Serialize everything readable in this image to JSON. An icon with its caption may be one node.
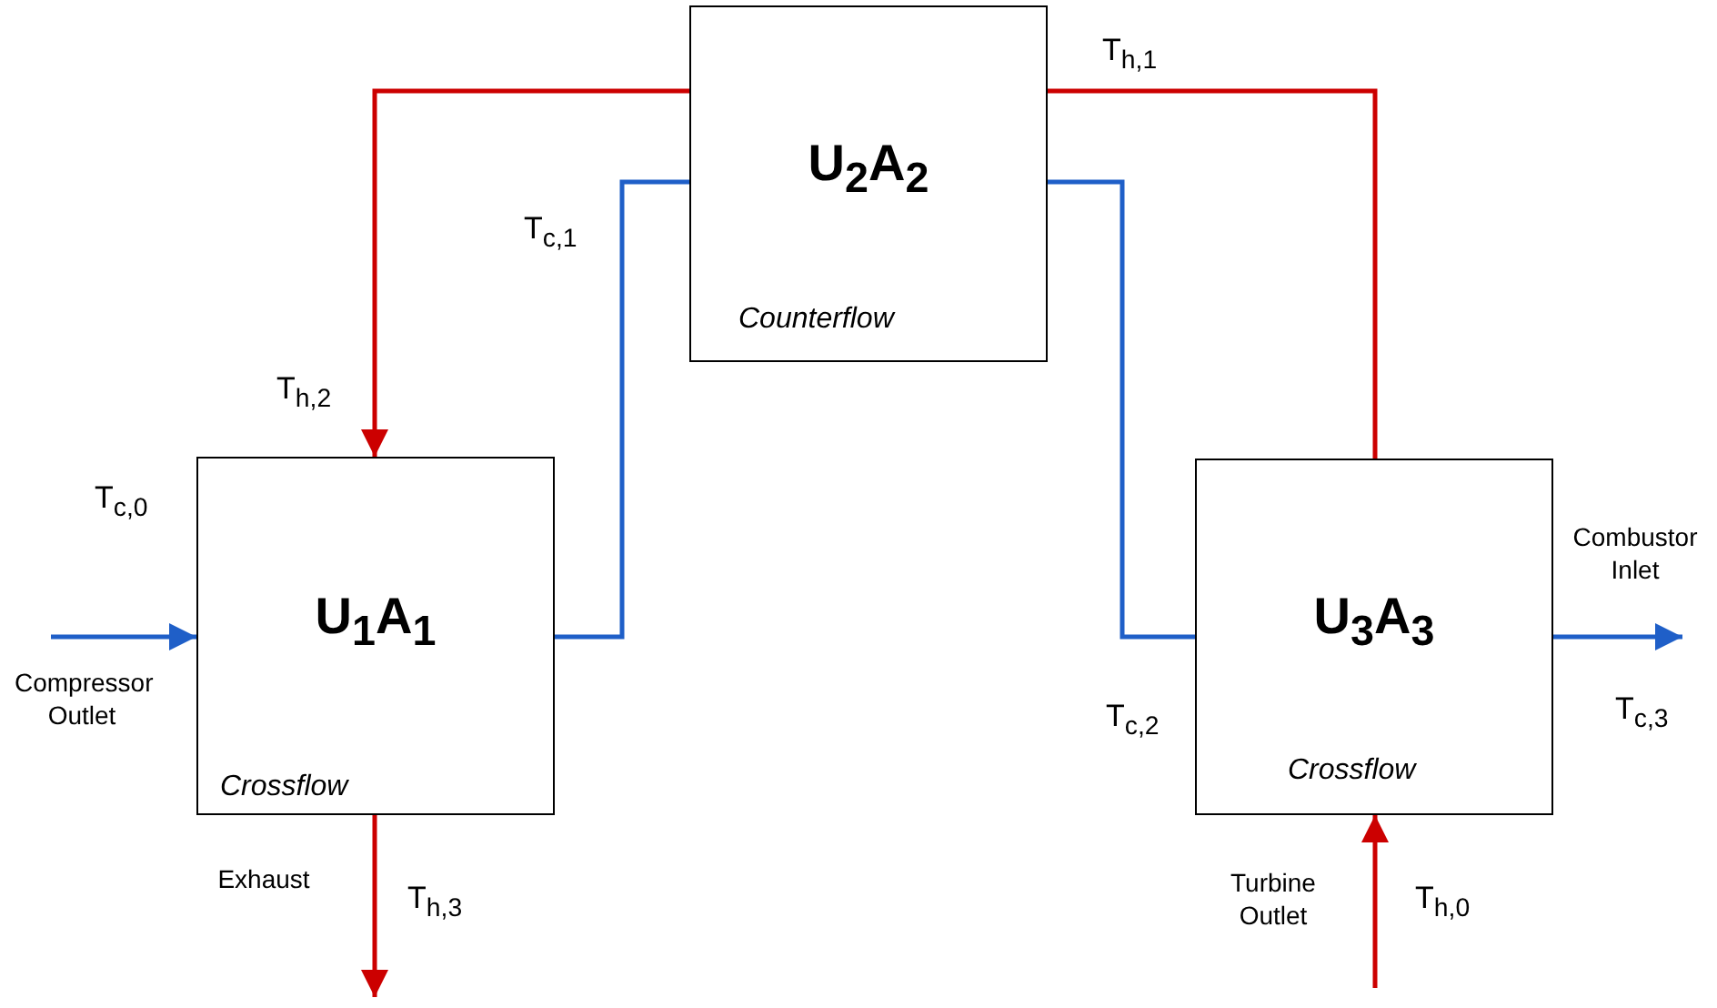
{
  "diagram": {
    "nodes": [
      {
        "text": [
          "U$_{1}$A$_{1}$",
          "Crossflow"
        ]
      },
      {
        "text": [
          "U$_{2}$A$_{2}$",
          "Counterflow"
        ]
      },
      {
        "text": [
          "U$_{3}$A$_{3}$",
          "Crossflow"
        ]
      }
    ],
    "edges": [
      {
        "from": 1,
        "to": 0,
        "arrow": "to",
        "color": "#cc0000"
      },
      {
        "from": 2,
        "to": 1,
        "arrow": "none",
        "color": "#cc0000"
      },
      {
        "from": 0,
        "to": 1,
        "arrow": "none",
        "color": "#1f5fc8"
      },
      {
        "from": 1,
        "to": 2,
        "arrow": "none",
        "color": "#1f5fc8"
      },
      {
        "from": null,
        "to": 0,
        "arrow": "to",
        "color": "#1f5fc8"
      },
      {
        "from": 2,
        "to": null,
        "arrow": "to",
        "color": "#1f5fc8"
      },
      {
        "from": 0,
        "to": null,
        "arrow": "to",
        "color": "#cc0000"
      },
      {
        "from": null,
        "to": 2,
        "arrow": "to",
        "color": "#cc0000"
      }
    ],
    "labels": [
      "T$_{h,1}$",
      "T$_{c,1}$",
      "T$_{h,2}$",
      "T$_{c,0}$",
      "Combustor Inlet",
      "Compressor Outlet",
      "T$_{c,2}$",
      "T$_{c,3}$",
      "Exhaust",
      "Turbine Outlet",
      "T$_{h,3}$",
      "T$_{h,0}$"
    ]
  }
}
